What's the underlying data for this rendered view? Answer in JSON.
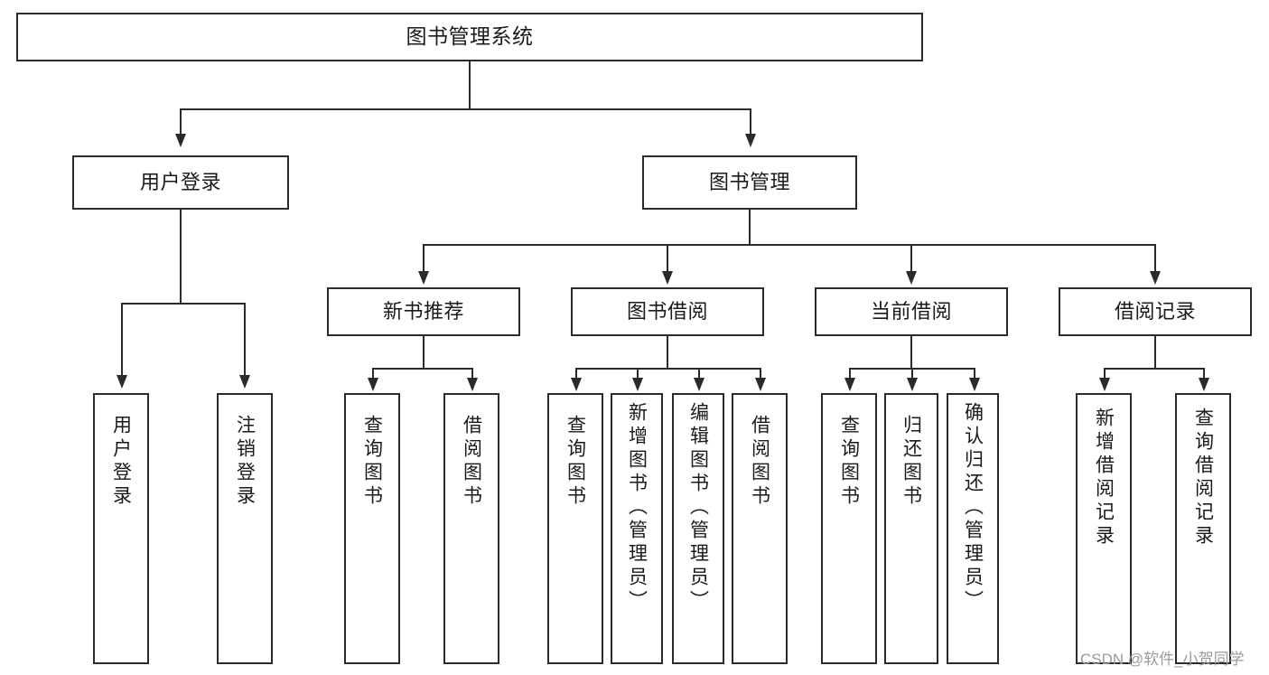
{
  "diagram": {
    "title": "图书管理系统",
    "type": "tree-hierarchy-diagram",
    "root": {
      "label": "图书管理系统"
    },
    "level2": [
      {
        "label": "用户登录"
      },
      {
        "label": "图书管理"
      }
    ],
    "level3": [
      {
        "label": "新书推荐"
      },
      {
        "label": "图书借阅"
      },
      {
        "label": "当前借阅"
      },
      {
        "label": "借阅记录"
      }
    ],
    "leaves": {
      "user_login": [
        {
          "label": "用户登录"
        },
        {
          "label": "注销登录"
        }
      ],
      "new_book_recommend": [
        {
          "label": "查询图书"
        },
        {
          "label": "借阅图书"
        }
      ],
      "book_borrow": [
        {
          "label": "查询图书"
        },
        {
          "label": "新增图书（管理员）"
        },
        {
          "label": "编辑图书（管理员）"
        },
        {
          "label": "借阅图书"
        }
      ],
      "current_borrow": [
        {
          "label": "查询图书"
        },
        {
          "label": "归还图书"
        },
        {
          "label": "确认归还（管理员）"
        }
      ],
      "borrow_record": [
        {
          "label": "新增借阅记录"
        },
        {
          "label": "查询借阅记录"
        }
      ]
    }
  },
  "watermark": {
    "text": "CSDN @软件_小贺同学"
  },
  "colors": {
    "stroke": "#2b2b2b",
    "background": "#ffffff",
    "text": "#1a1a1a",
    "watermark": "#9a9a9a"
  }
}
